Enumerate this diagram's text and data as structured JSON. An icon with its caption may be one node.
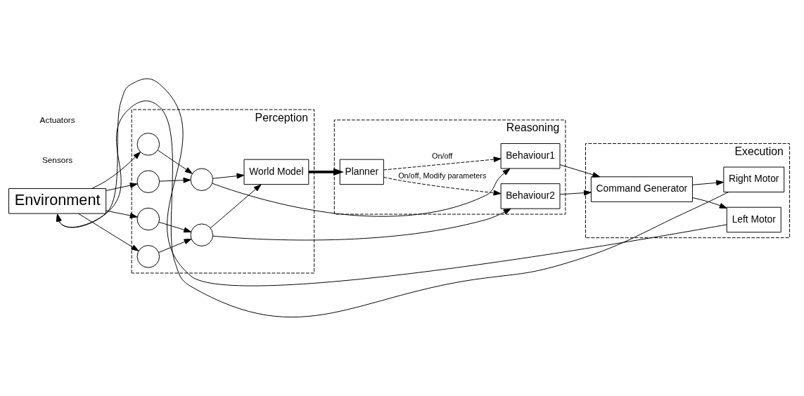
{
  "diagram": {
    "nodes": [
      {
        "text": [
          "Perception"
        ]
      },
      {
        "text": [
          "World Model"
        ],
        "in": 0
      },
      {
        "text": [],
        "shape": "circle",
        "in": 0
      },
      {
        "text": [],
        "shape": "circle",
        "in": 0
      },
      {
        "text": [],
        "shape": "circle",
        "in": 0
      },
      {
        "text": [],
        "shape": "circle",
        "in": 0
      },
      {
        "text": [],
        "shape": "circle",
        "in": 0
      },
      {
        "text": [],
        "shape": "circle",
        "in": 0
      },
      {
        "text": [
          "Reasoning"
        ]
      },
      {
        "text": [
          "Planner"
        ],
        "in": 8
      },
      {
        "text": [
          "Behaviour1"
        ],
        "in": 8
      },
      {
        "text": [
          "Behaviour2"
        ],
        "in": 8
      },
      {
        "text": [
          "Execution"
        ]
      },
      {
        "text": [
          "Command Generator"
        ],
        "in": 12
      },
      {
        "text": [
          "Left Motor"
        ],
        "in": 12
      },
      {
        "text": [
          "Right Motor"
        ],
        "in": 12
      },
      {
        "text": [
          "Environment"
        ]
      }
    ],
    "edges": [
      {
        "from": 1,
        "to": 9,
        "arrow": "to",
        "style": "thick"
      },
      {
        "from": 2,
        "to": 1,
        "arrow": "to"
      },
      {
        "from": 3,
        "to": 1,
        "arrow": "to"
      },
      {
        "from": 4,
        "to": 2,
        "arrow": "to"
      },
      {
        "from": 5,
        "to": 2,
        "arrow": "to"
      },
      {
        "from": 6,
        "to": 3,
        "arrow": "to"
      },
      {
        "from": 7,
        "to": 3,
        "arrow": "to"
      },
      {
        "from": 16,
        "to": 4,
        "arrow": "to"
      },
      {
        "from": 16,
        "to": 5,
        "arrow": "to"
      },
      {
        "from": 16,
        "to": 6,
        "arrow": "to"
      },
      {
        "from": 16,
        "to": 7,
        "arrow": "to"
      },
      {
        "from": 9,
        "to": 10,
        "arrow": "to",
        "style": "dashed",
        "label": "On/off"
      },
      {
        "from": 9,
        "to": 11,
        "arrow": "to",
        "style": "dashed",
        "label": "On/off, Modify parameters"
      },
      {
        "from": 2,
        "to": 10,
        "arrow": "to"
      },
      {
        "from": 3,
        "to": 11,
        "arrow": "to"
      },
      {
        "from": 10,
        "to": 13,
        "arrow": "to"
      },
      {
        "from": 11,
        "to": 13,
        "arrow": "to"
      },
      {
        "from": 13,
        "to": 14,
        "arrow": "to"
      },
      {
        "from": 13,
        "to": 15,
        "arrow": "to"
      },
      {
        "from": 14,
        "to": 16,
        "arrow": "to"
      },
      {
        "from": 15,
        "to": 16,
        "arrow": "to"
      }
    ],
    "labels": [
      "Sensors",
      "Actuators"
    ]
  }
}
